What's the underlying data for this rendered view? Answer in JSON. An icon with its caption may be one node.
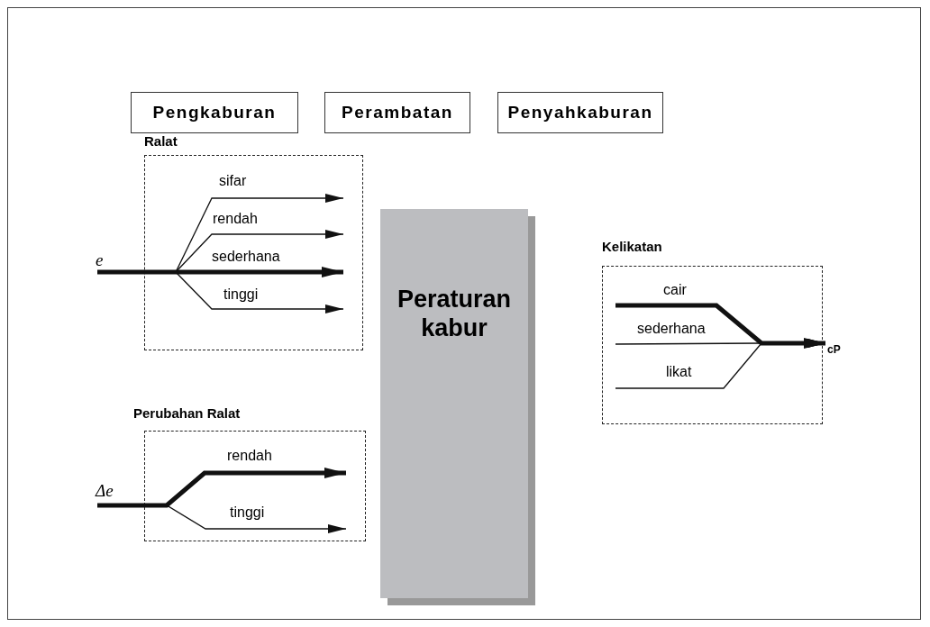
{
  "diagram": {
    "nodes": [
      {
        "text": [
          "Pengkaburan"
        ]
      },
      {
        "text": [
          "Perambatan"
        ]
      },
      {
        "text": [
          "Penyahkaburan"
        ]
      },
      {
        "text": [
          "Ralat"
        ]
      },
      {
        "text": [
          "e"
        ]
      },
      {
        "text": [
          "Perubahan Ralat"
        ]
      },
      {
        "text": [
          "Δe"
        ]
      },
      {
        "text": [
          "Peraturan kabur"
        ]
      },
      {
        "text": [
          "Kelikatan"
        ]
      },
      {
        "text": [
          "cP"
        ]
      }
    ],
    "edges": [
      {
        "from": 4,
        "to": 3,
        "arrow": "to",
        "label": "sifar"
      },
      {
        "from": 4,
        "to": 3,
        "arrow": "to",
        "label": "rendah"
      },
      {
        "from": 4,
        "to": 3,
        "arrow": "to",
        "label": "sederhana",
        "style": "thick"
      },
      {
        "from": 4,
        "to": 3,
        "arrow": "to",
        "label": "tinggi"
      },
      {
        "from": 6,
        "to": 5,
        "arrow": "to",
        "label": "rendah",
        "style": "thick"
      },
      {
        "from": 6,
        "to": 5,
        "arrow": "to",
        "label": "tinggi"
      },
      {
        "from": 8,
        "to": 9,
        "arrow": "to",
        "label": "cair",
        "style": "thick"
      },
      {
        "from": 8,
        "to": 9,
        "arrow": "to",
        "label": "sederhana"
      },
      {
        "from": 8,
        "to": 9,
        "arrow": "to",
        "label": "likat"
      }
    ]
  }
}
